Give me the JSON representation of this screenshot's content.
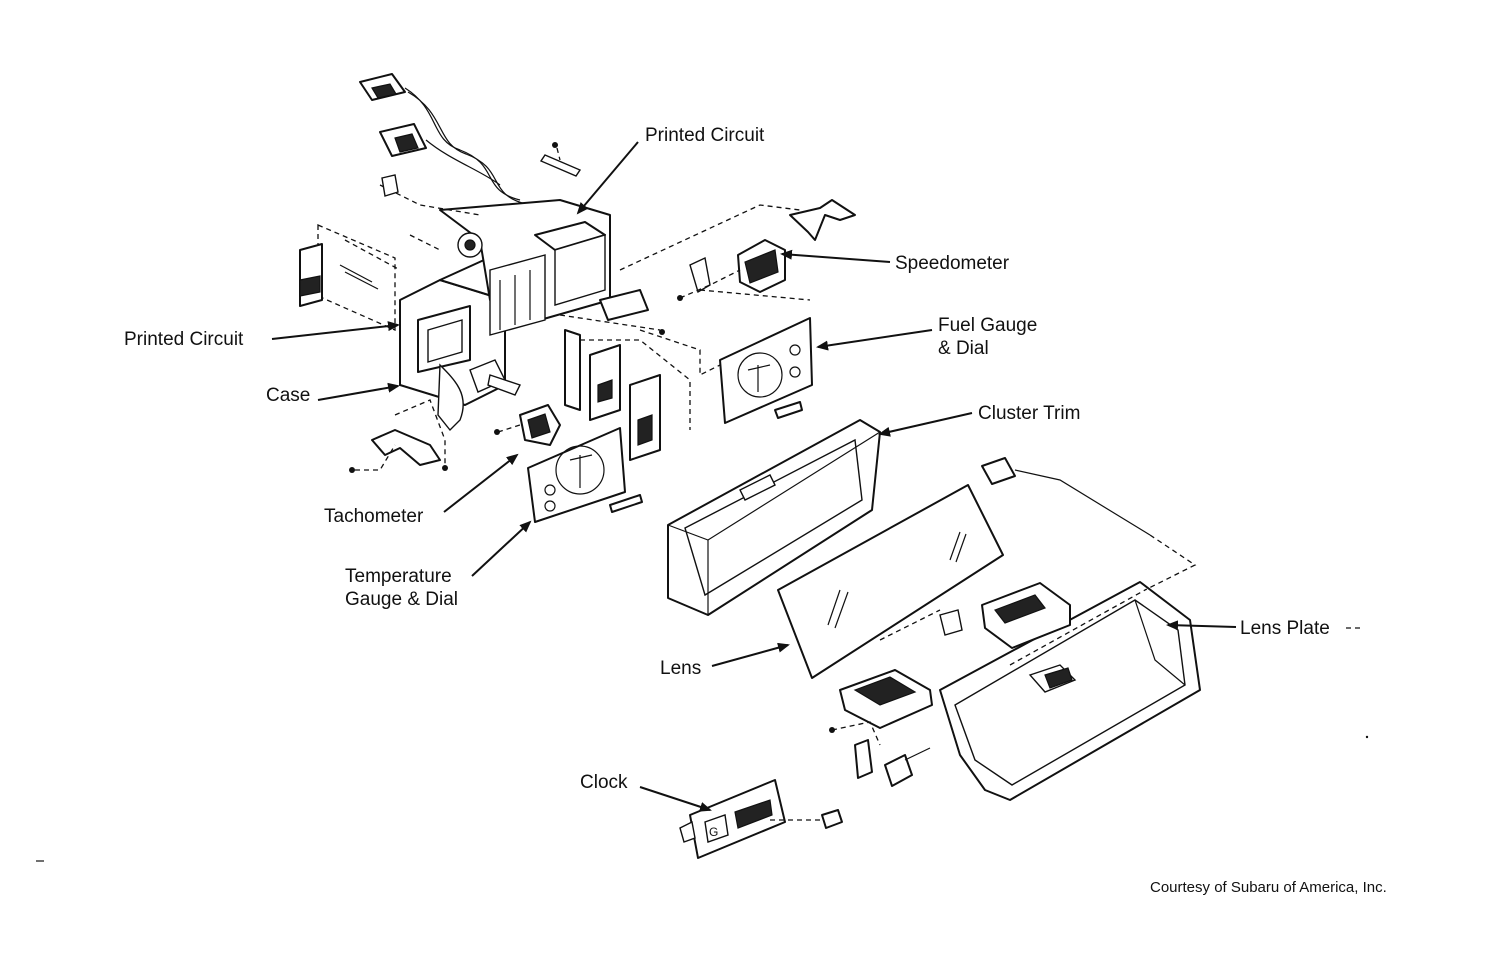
{
  "labels": {
    "printed_circuit_top": "Printed Circuit",
    "speedometer": "Speedometer",
    "fuel_gauge_line1": "Fuel Gauge",
    "fuel_gauge_line2": "& Dial",
    "printed_circuit_left": "Printed Circuit",
    "case": "Case",
    "cluster_trim": "Cluster Trim",
    "tachometer": "Tachometer",
    "temperature_line1": "Temperature",
    "temperature_line2": "Gauge & Dial",
    "lens": "Lens",
    "lens_plate": "Lens Plate",
    "clock": "Clock"
  },
  "credit": "Courtesy of Subaru of America, Inc."
}
